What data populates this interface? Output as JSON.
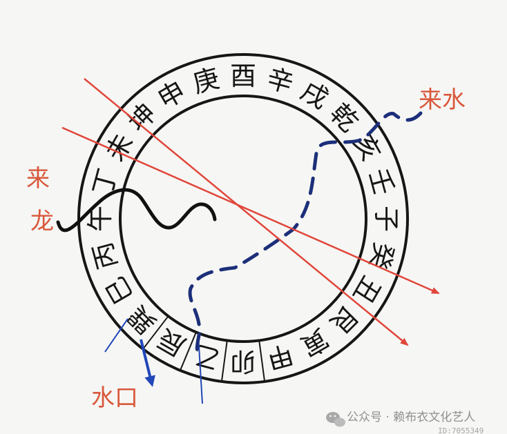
{
  "compass": {
    "ring_characters": [
      "巽",
      "巳",
      "丙",
      "午",
      "丁",
      "未",
      "坤",
      "申",
      "庚",
      "酉",
      "辛",
      "戌",
      "乾",
      "亥",
      "壬",
      "子",
      "癸",
      "丑",
      "艮",
      "寅",
      "甲",
      "卯",
      "乙",
      "辰"
    ]
  },
  "labels": {
    "incoming_water": "来水",
    "incoming_dragon_top": "来",
    "incoming_dragon_bottom": "龙",
    "water_mouth": "水口"
  },
  "watermark": {
    "text": "公众号 · 赖布衣文化艺人",
    "id": "ID:7055349"
  },
  "colors": {
    "ink": "#161616",
    "red_line": "#e0463a",
    "red_label": "#d9583b",
    "blue_dashed": "#1c2f7a",
    "blue_line": "#2147b8"
  },
  "icons": {
    "water_mouth_arrow": "arrow-down-icon",
    "watermark_logo": "wechat-icon"
  }
}
